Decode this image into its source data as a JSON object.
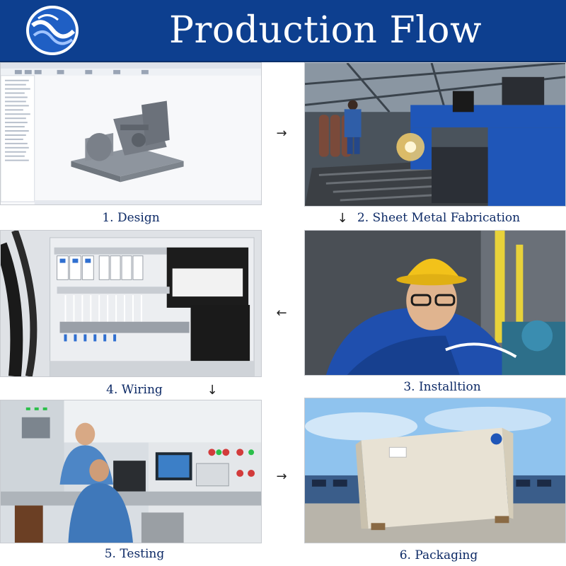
{
  "header": {
    "title": "Production Flow",
    "background_color": "#0d3f8f",
    "logo_icon": "company-logo"
  },
  "steps": [
    {
      "caption": "1. Design",
      "image": "cad-generator-model"
    },
    {
      "caption": "2. Sheet Metal Fabrication",
      "image": "cnc-plasma-cutting"
    },
    {
      "caption": "3. Installtion",
      "image": "worker-assembling-engine"
    },
    {
      "caption": "4. Wiring",
      "image": "control-panel-wiring"
    },
    {
      "caption": "5. Testing",
      "image": "technicians-testing-console"
    },
    {
      "caption": "6. Packaging",
      "image": "wooden-crate-packaging"
    }
  ],
  "arrows": {
    "step1_to_2": "→",
    "step2_to_3": "↓",
    "step3_to_4": "←",
    "step4_to_5": "↓",
    "step5_to_6": "→"
  },
  "colors": {
    "caption_text": "#0d2a66",
    "accent_blue": "#1f56b8"
  }
}
